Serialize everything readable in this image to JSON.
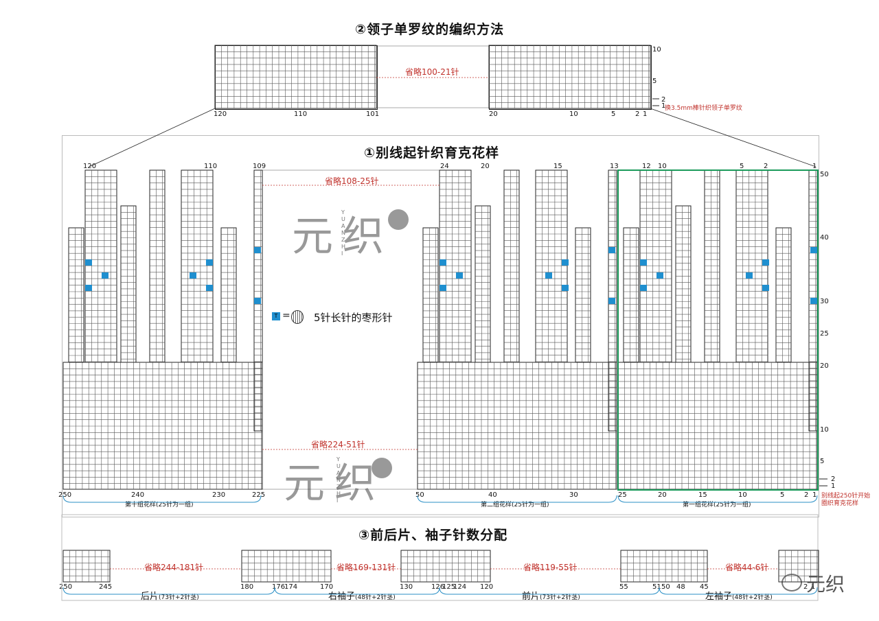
{
  "section2": {
    "title": "②领子单罗纹的编织方法",
    "omit": "省略100-21针",
    "left_nums": [
      "120",
      "110",
      "101"
    ],
    "right_nums": [
      "20",
      "10",
      "5",
      "2",
      "1"
    ],
    "row_nums": [
      "10",
      "5"
    ],
    "note": "换3.5mm棒针织领子单罗纹",
    "arrow_rows": [
      "2",
      "1"
    ]
  },
  "section1": {
    "title": "①别线起针织育克花样",
    "omit_top": "省略108-25针",
    "omit_bottom": "省略224-51针",
    "top_nums": [
      "120",
      "110",
      "109",
      "24",
      "20",
      "15",
      "13",
      "12",
      "10",
      "5",
      "2",
      "1"
    ],
    "bottom_nums": [
      "250",
      "240",
      "230",
      "225",
      "50",
      "40",
      "30",
      "25",
      "20",
      "15",
      "10",
      "5",
      "2",
      "1"
    ],
    "row_nums": [
      "50",
      "40",
      "30",
      "25",
      "20",
      "10",
      "5"
    ],
    "arrow_rows": [
      "2",
      "1"
    ],
    "group10": "第十组花样(25针为一组)",
    "group2": "第二组花样(25针为一组)",
    "group1": "第一组花样(25针为一组)",
    "start_note_1": "别线起250针开始",
    "start_note_2": "圈织育克花样",
    "legend_text": "5针长针的枣形针",
    "legend_eq": "=",
    "legend_symbol": "T"
  },
  "watermark": {
    "logo": "元织",
    "vertical": "YUANZHI"
  },
  "section3": {
    "title": "③前后片、袖子针数分配",
    "omits": [
      "省略244-181针",
      "省略169-131针",
      "省略119-55针",
      "省略44-6针"
    ],
    "nums": [
      "250",
      "245",
      "180",
      "176",
      "174",
      "170",
      "130",
      "126",
      "125",
      "124",
      "120",
      "55",
      "51",
      "50",
      "48",
      "45",
      "2",
      "1"
    ],
    "parts": [
      {
        "name": "后片",
        "sub": "(73针+2针茎)"
      },
      {
        "name": "右袖子",
        "sub": "(48针+2针茎)"
      },
      {
        "name": "前片",
        "sub": "(73针+2针茎)"
      },
      {
        "name": "左袖子",
        "sub": "(48针+2针茎)"
      }
    ]
  },
  "brand": {
    "name": "元织"
  },
  "colors": {
    "accent_blue": "#1f8fcf",
    "omit_red": "#c0312b",
    "frame_green": "#1a9a5a",
    "brace_blue": "#2a8fc6"
  }
}
